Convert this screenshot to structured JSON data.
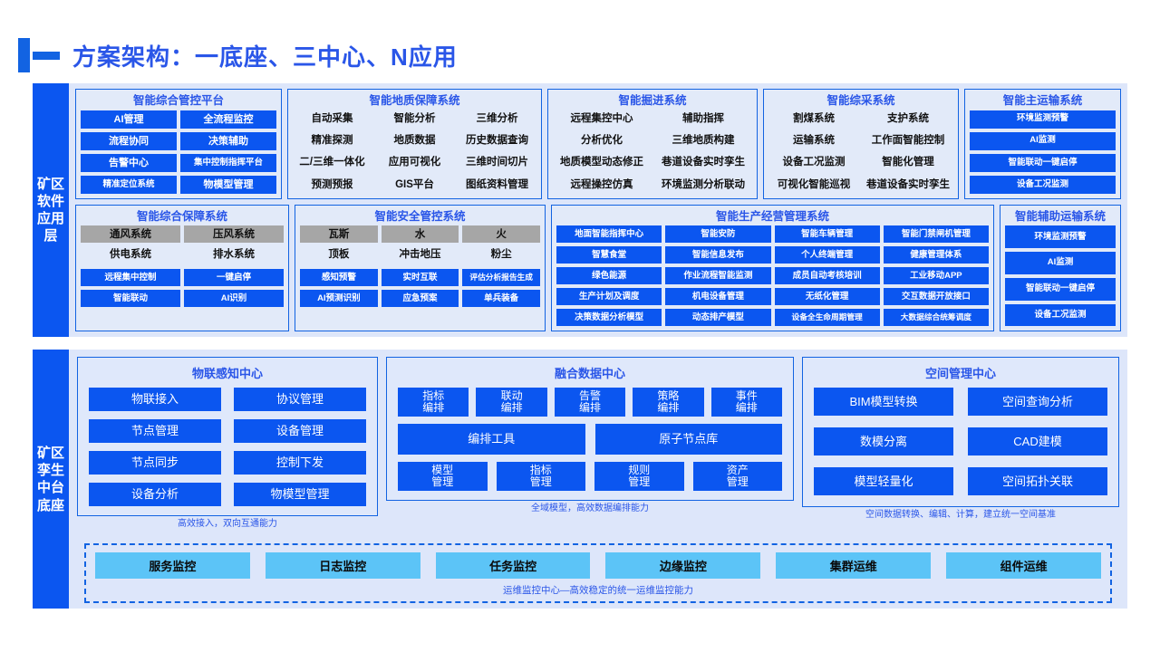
{
  "header": {
    "title": "方案架构：一底座、三中心、N应用"
  },
  "layers": {
    "application": {
      "label": "矿区软件应用层"
    },
    "platform": {
      "label": "矿区孪生中台底座"
    }
  },
  "application_layer": {
    "row1": [
      {
        "title": "智能综合管控平台",
        "style": "chip-grid-2",
        "items": [
          "AI管理",
          "全流程监控",
          "流程协同",
          "决策辅助",
          "告警中心",
          "集中控制指挥平台",
          "精准定位系统",
          "物模型管理"
        ]
      },
      {
        "title": "智能地质保障系统",
        "style": "plain-grid-3",
        "items": [
          "自动采集",
          "智能分析",
          "三维分析",
          "精准探测",
          "地质数据",
          "历史数据查询",
          "二/三维一体化",
          "应用可视化",
          "三维时间切片",
          "预测预报",
          "GIS平台",
          "图纸资料管理"
        ]
      },
      {
        "title": "智能掘进系统",
        "style": "plain-grid-2",
        "items": [
          "远程集控中心",
          "辅助指挥",
          "分析优化",
          "三维地质构建",
          "地质模型动态修正",
          "巷道设备实时孪生",
          "远程操控仿真",
          "环境监测分析联动"
        ]
      },
      {
        "title": "智能综采系统",
        "style": "plain-grid-2",
        "items": [
          "割煤系统",
          "支护系统",
          "运输系统",
          "工作面智能控制",
          "设备工况监测",
          "智能化管理",
          "可视化智能巡视",
          "巷道设备实时孪生"
        ]
      },
      {
        "title": "智能主运输系统",
        "style": "chip-grid-1",
        "items": [
          "环境监测预警",
          "AI监测",
          "智能联动一键启停",
          "设备工况监测"
        ]
      }
    ],
    "row2": [
      {
        "title": "智能综合保障系统",
        "style": "mixed-2",
        "grey_items": [
          "通风系统",
          "压风系统"
        ],
        "plain_items": [
          "供电系统",
          "排水系统"
        ],
        "chip_items": [
          "远程集中控制",
          "一键启停",
          "智能联动",
          "AI识别"
        ]
      },
      {
        "title": "智能安全管控系统",
        "style": "mixed-3",
        "grey_items": [
          "瓦斯",
          "水",
          "火"
        ],
        "plain_items": [
          "顶板",
          "冲击地压",
          "粉尘"
        ],
        "chip_items": [
          "感知预警",
          "实时互联",
          "评估分析报告生成",
          "AI预测识别",
          "应急预案",
          "单兵装备"
        ]
      },
      {
        "title": "智能生产经营管理系统",
        "style": "chip-grid-4",
        "items": [
          "地面智能指挥中心",
          "智能安防",
          "智能车辆管理",
          "智能门禁闸机管理",
          "智慧食堂",
          "智能信息发布",
          "个人终端管理",
          "健康管理体系",
          "绿色能源",
          "作业流程智能监测",
          "成员自动考核培训",
          "工业移动APP",
          "生产计划及调度",
          "机电设备管理",
          "无纸化管理",
          "交互数据开放接口",
          "决策数据分析模型",
          "动态排产模型",
          "设备全生命周期管理",
          "大数据综合统筹调度"
        ]
      },
      {
        "title": "智能辅助运输系统",
        "style": "chip-grid-1",
        "items": [
          "环境监测预警",
          "AI监测",
          "智能联动一键启停",
          "设备工况监测"
        ]
      }
    ]
  },
  "platform_layer": {
    "centers": [
      {
        "title": "物联感知中心",
        "caption": "高效接入，双向互通能力",
        "rows": [
          [
            "物联接入",
            "协议管理"
          ],
          [
            "节点管理",
            "设备管理"
          ],
          [
            "节点同步",
            "控制下发"
          ],
          [
            "设备分析",
            "物模型管理"
          ]
        ]
      },
      {
        "title": "融合数据中心",
        "caption": "全域模型，高效数据编排能力",
        "row_small": [
          "指标\n编排",
          "联动\n编排",
          "告警\n编排",
          "策略\n编排",
          "事件\n编排"
        ],
        "row_mid": [
          "编排工具",
          "原子节点库"
        ],
        "row_bottom": [
          "模型\n管理",
          "指标\n管理",
          "规则\n管理",
          "资产\n管理"
        ]
      },
      {
        "title": "空间管理中心",
        "caption": "空间数据转换、编辑、计算，建立统一空间基准",
        "rows": [
          [
            "BIM模型转换",
            "空间查询分析"
          ],
          [
            "数模分离",
            "CAD建模"
          ],
          [
            "模型轻量化",
            "空间拓扑关联"
          ]
        ]
      }
    ],
    "ops": {
      "items": [
        "服务监控",
        "日志监控",
        "任务监控",
        "边缘监控",
        "集群运维",
        "组件运维"
      ],
      "caption": "运维监控中心—高效稳定的统一运维监控能力"
    }
  },
  "colors": {
    "primary_blue": "#0b56f0",
    "title_blue": "#2a56e8",
    "border_blue": "#1263e2",
    "panel_bg": "#e2eaf9",
    "layer_bg": "#dde6fa",
    "grey_chip": "#a6a6a6",
    "ops_chip": "#5cc4f7"
  }
}
